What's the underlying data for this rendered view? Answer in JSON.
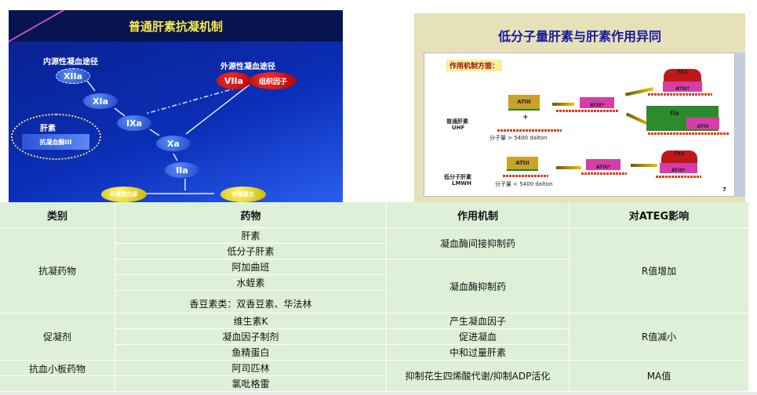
{
  "slide1": {
    "title": "普通肝素抗凝机制",
    "intrinsic_label": "内源性凝血途径",
    "extrinsic_label": "外源性凝血途径",
    "factors": {
      "xiia": "XIIa",
      "xia": "XIa",
      "ixa": "IXa",
      "xa": "Xa",
      "iia": "IIa",
      "viia": "VIIa",
      "tissue_factor": "组织因子"
    },
    "heparin_label": "肝素",
    "antithrombin_label": "抗凝血酶III",
    "fibrinogen": "纤维蛋白原",
    "fibrin": "纤维蛋白"
  },
  "slide2": {
    "title": "低分子量肝素与肝素作用异同",
    "section": "作用机制方面：",
    "uhf_label": "普通肝素",
    "uhf": "UHF",
    "uhf_weight": "分子量 > 5400 dalton",
    "lmwh_label": "低分子肝素",
    "lmwh": "LMWH",
    "lmwh_weight": "分子量 < 5400 dalton",
    "atiii": "ATIII",
    "atiii_active": "ATIII*",
    "fxa": "fXa",
    "iia": "IIa",
    "plus": "+",
    "page": "7"
  },
  "table": {
    "headers": [
      "类别",
      "药物",
      "作用机制",
      "对ATEG影响"
    ],
    "categories": [
      "抗凝药物",
      "促凝剂",
      "抗血小板药物"
    ],
    "drugs": [
      "肝素",
      "低分子肝素",
      "阿加曲班",
      "水蛭素",
      "香豆素类：双香豆素、华法林",
      "维生素K",
      "凝血因子制剂",
      "鱼精蛋白",
      "阿司匹林",
      "氯吡格雷"
    ],
    "mechanisms": [
      "凝血酶间接抑制药",
      "凝血酶抑制药",
      "产生凝血因子",
      "促进凝血",
      "中和过量肝素",
      "抑制花生四烯酸代谢/抑制ADP活化"
    ],
    "effects": [
      "R值增加",
      "R值减小",
      "MA值"
    ]
  }
}
